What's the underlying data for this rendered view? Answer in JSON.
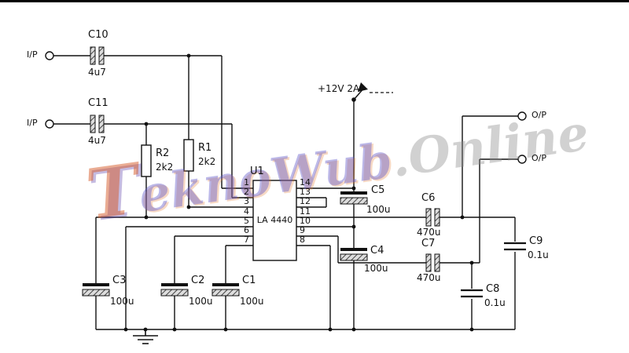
{
  "watermark": {
    "first": "T",
    "body": "eknoWub",
    "suffix": ".Online"
  },
  "supply": {
    "label": "+12V 2A"
  },
  "inputs": [
    {
      "label": "I/P"
    },
    {
      "label": "I/P"
    }
  ],
  "outputs": [
    {
      "label": "O/P"
    },
    {
      "label": "O/P"
    }
  ],
  "ic": {
    "ref": "U1",
    "part": "LA 4440",
    "pins_left": [
      "1",
      "2",
      "3",
      "4",
      "5",
      "6",
      "7"
    ],
    "pins_right": [
      "14",
      "13",
      "12",
      "11",
      "10",
      "9",
      "8"
    ]
  },
  "components": {
    "c1": {
      "ref": "C1",
      "value": "100u"
    },
    "c2": {
      "ref": "C2",
      "value": "100u"
    },
    "c3": {
      "ref": "C3",
      "value": "100u"
    },
    "c4": {
      "ref": "C4",
      "value": "100u"
    },
    "c5": {
      "ref": "C5",
      "value": "100u"
    },
    "c6": {
      "ref": "C6",
      "value": "470u"
    },
    "c7": {
      "ref": "C7",
      "value": "470u"
    },
    "c8": {
      "ref": "C8",
      "value": "0.1u"
    },
    "c9": {
      "ref": "C9",
      "value": "0.1u"
    },
    "c10": {
      "ref": "C10",
      "value": "4u7"
    },
    "c11": {
      "ref": "C11",
      "value": "4u7"
    },
    "r1": {
      "ref": "R1",
      "value": "2k2"
    },
    "r2": {
      "ref": "R2",
      "value": "2k2"
    }
  }
}
